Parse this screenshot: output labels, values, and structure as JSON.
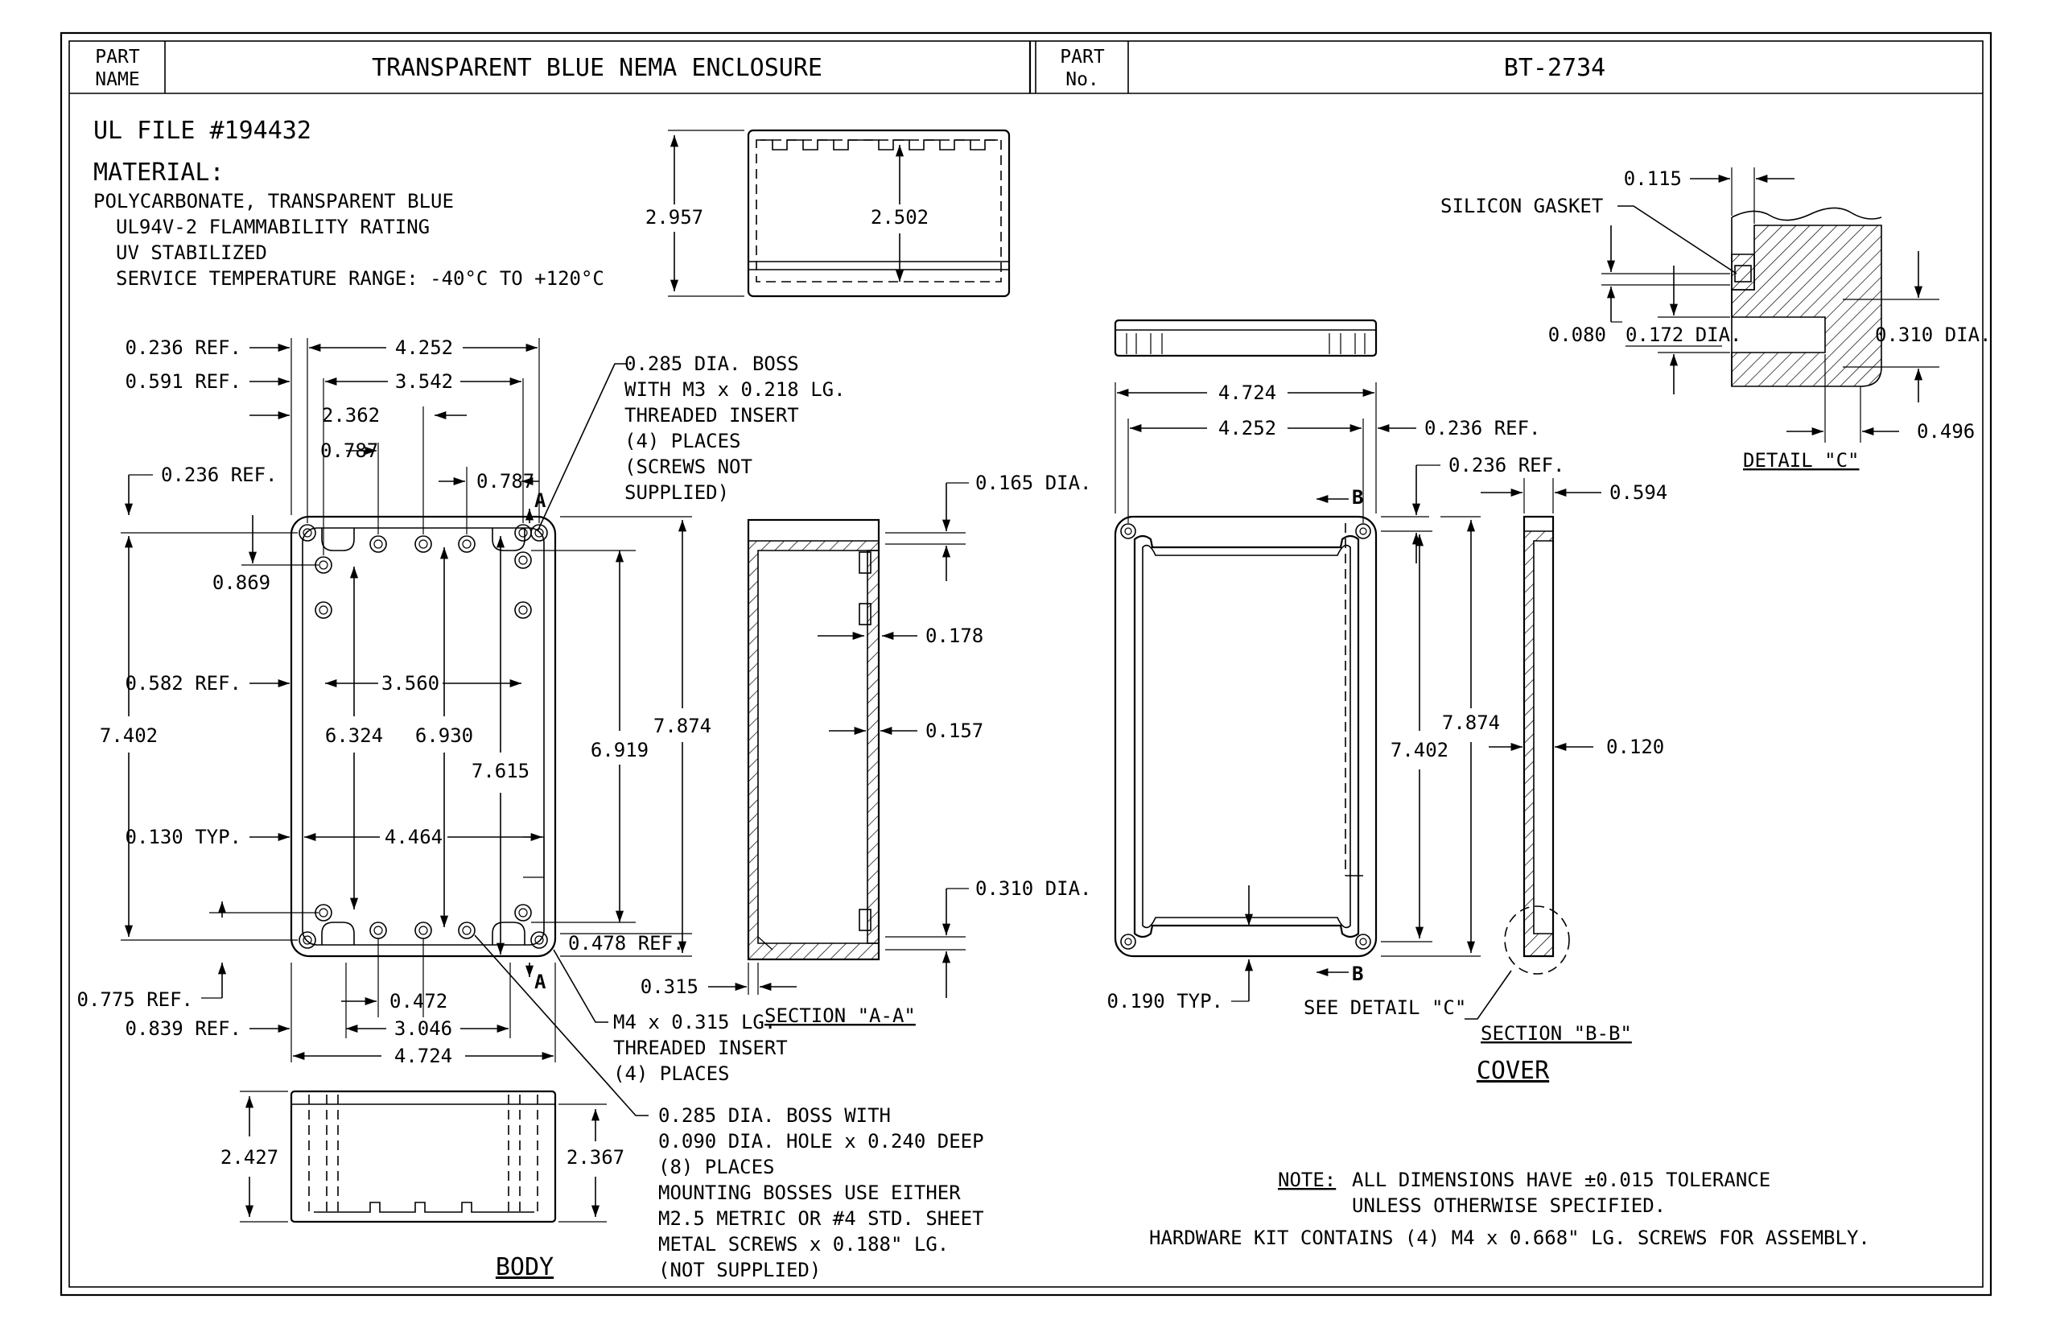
{
  "title_block": {
    "part_name_label_1": "PART",
    "part_name_label_2": "NAME",
    "part_name": "TRANSPARENT BLUE NEMA ENCLOSURE",
    "part_no_label_1": "PART",
    "part_no_label_2": "No.",
    "part_no": "BT-2734"
  },
  "specs": {
    "ul_file": "UL FILE #194432",
    "material_label": "MATERIAL:",
    "lines": [
      "POLYCARBONATE, TRANSPARENT BLUE",
      "UL94V-2 FLAMMABILITY RATING",
      "UV STABILIZED",
      "SERVICE TEMPERATURE RANGE:  -40°C TO +120°C"
    ]
  },
  "side_view": {
    "d_2957": "2.957",
    "d_2502": "2.502"
  },
  "body_view": {
    "d_0236_ref_a": "0.236 REF.",
    "d_4252": "4.252",
    "d_0591_ref": "0.591 REF.",
    "d_3542": "3.542",
    "d_2362": "2.362",
    "d_0787_a": "0.787",
    "d_0787_b": "0.787",
    "d_0236_ref_b": "0.236 REF.",
    "d_0869": "0.869",
    "d_0582_ref": "0.582 REF.",
    "d_3560": "3.560",
    "d_7402": "7.402",
    "d_6324": "6.324",
    "d_6930": "6.930",
    "d_7615": "7.615",
    "d_6919": "6.919",
    "d_7874": "7.874",
    "d_0130_typ": "0.130 TYP.",
    "d_4464": "4.464",
    "d_0478_ref": "0.478 REF.",
    "d_0775_ref": "0.775 REF.",
    "d_0472": "0.472",
    "d_0839_ref": "0.839 REF.",
    "d_3046": "3.046",
    "d_4724": "4.724",
    "section_mark_top": "A",
    "section_mark_bottom": "A",
    "boss_note": [
      "0.285 DIA. BOSS",
      "WITH M3 x 0.218 LG.",
      "THREADED INSERT",
      "(4) PLACES",
      "(SCREWS NOT",
      "SUPPLIED)"
    ],
    "insert_note": [
      "M4 x 0.315 LG.",
      "THREADED INSERT",
      "(4) PLACES"
    ],
    "mount_note": [
      "0.285 DIA. BOSS WITH",
      "0.090 DIA. HOLE x 0.240 DEEP",
      "(8) PLACES",
      "MOUNTING BOSSES USE EITHER",
      "M2.5 METRIC OR #4 STD. SHEET",
      "METAL SCREWS x 0.188\" LG.",
      "(NOT SUPPLIED)"
    ]
  },
  "section_aa": {
    "title": "SECTION \"A-A\"",
    "d_0165_dia": "0.165 DIA.",
    "d_0178": "0.178",
    "d_0157": "0.157",
    "d_0310_dia": "0.310 DIA.",
    "d_0315": "0.315"
  },
  "body_front": {
    "d_2427": "2.427",
    "d_2367": "2.367",
    "label": "BODY"
  },
  "cover_view": {
    "d_4724": "4.724",
    "d_4252": "4.252",
    "d_0236_ref_a": "0.236 REF.",
    "d_0236_ref_b": "0.236 REF.",
    "d_7874": "7.874",
    "d_7402": "7.402",
    "d_0190_typ": "0.190 TYP.",
    "see_detail": "SEE DETAIL \"C\"",
    "section_mark_top": "B",
    "section_mark_bottom": "B",
    "label": "COVER"
  },
  "section_bb": {
    "title": "SECTION \"B-B\"",
    "d_0594": "0.594",
    "d_0120": "0.120"
  },
  "detail_c": {
    "title": "DETAIL \"C\"",
    "silicon_gasket": "SILICON GASKET",
    "d_0115": "0.115",
    "d_0080": "0.080",
    "d_0172_dia": "0.172 DIA.",
    "d_0310_dia": "0.310 DIA.",
    "d_0496": "0.496"
  },
  "notes": {
    "note_label": "NOTE:",
    "note_1": "ALL DIMENSIONS HAVE ±0.015 TOLERANCE",
    "note_2": "UNLESS OTHERWISE SPECIFIED.",
    "note_3": "HARDWARE KIT CONTAINS (4) M4 x 0.668\" LG. SCREWS FOR ASSEMBLY."
  }
}
